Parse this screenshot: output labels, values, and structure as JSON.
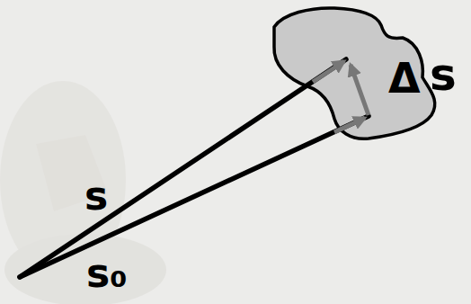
{
  "diagram": {
    "labels": [
      "s",
      "s₀",
      "Δ",
      "s"
    ]
  }
}
